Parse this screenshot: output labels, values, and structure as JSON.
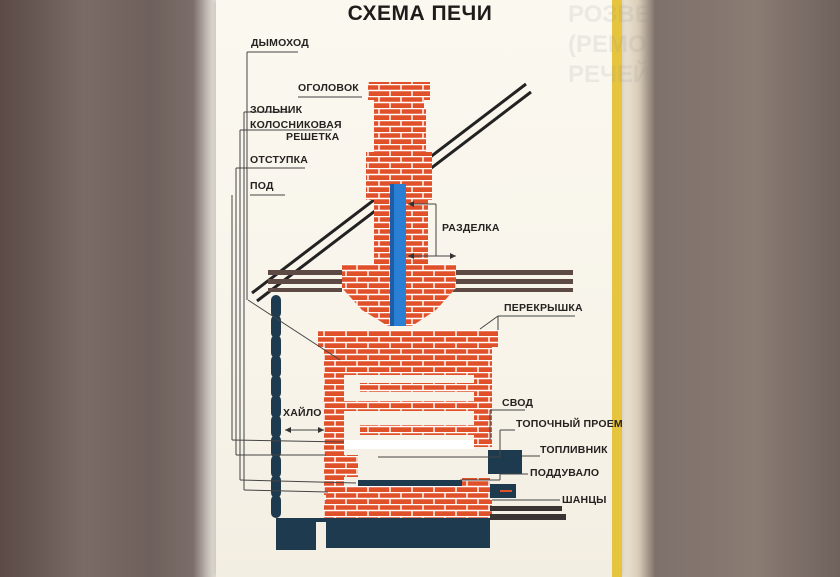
{
  "title": "СХЕМА ПЕЧИ",
  "watermark": {
    "line1": "РОЗВЕД",
    "line2": "(РЕМОНТ)",
    "line3": "РЕЧЕЙ"
  },
  "labels": {
    "dymohod": "ДЫМОХОД",
    "ogolovok": "ОГОЛОВОК",
    "zolnik": "ЗОЛЬНИК",
    "kolosnikovaya_1": "КОЛОСНИКОВАЯ",
    "kolosnikovaya_2": "РЕШЕТКА",
    "otstupka": "ОТСТУПКА",
    "pod": "ПОД",
    "razdelka": "РАЗДЕЛКА",
    "perekryshka": "ПЕРЕКРЫШКА",
    "khaylo": "ХАЙЛО",
    "svod": "СВОД",
    "topochny_proem": "ТОПОЧНЫЙ ПРОЕМ",
    "toplivnik": "ТОПЛИВНИК",
    "poddouvalo": "ПОДДУВАЛО",
    "shantsy": "ШАНЦЫ"
  },
  "colors": {
    "brick": "#e0512a",
    "mortar": "#ffffff",
    "pipe": "#2a7fd4",
    "base": "#1d3a4f",
    "line": "#333333"
  }
}
